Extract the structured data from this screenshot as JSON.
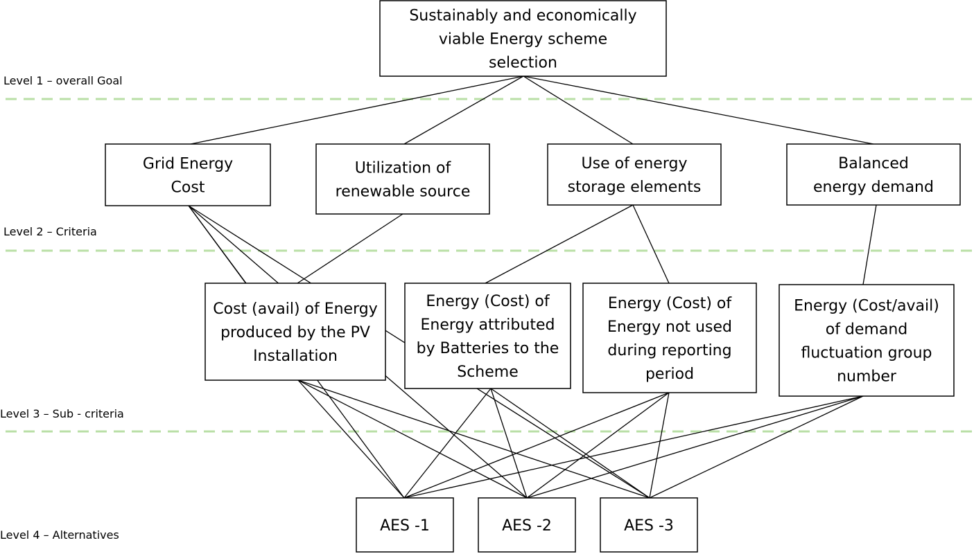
{
  "levels": [
    {
      "id": "level-1",
      "label": "Level 1 – overall Goal"
    },
    {
      "id": "level-2",
      "label": "Level 2 – Criteria"
    },
    {
      "id": "level-3",
      "label": "Level 3 – Sub - criteria"
    },
    {
      "id": "level-4",
      "label": "Level 4 – Alternatives"
    }
  ],
  "colors": {
    "separator": "#b9dfa6",
    "line": "#000000",
    "box_border": "#000000"
  },
  "nodes": {
    "goal": {
      "lines": [
        "Sustainably and economically",
        "viable Energy scheme",
        "selection"
      ]
    },
    "c1": {
      "lines": [
        "Grid Energy",
        "Cost"
      ]
    },
    "c2": {
      "lines": [
        "Utilization of",
        "renewable source"
      ]
    },
    "c3": {
      "lines": [
        "Use of energy",
        "storage elements"
      ]
    },
    "c4": {
      "lines": [
        "Balanced",
        "energy demand"
      ]
    },
    "s1": {
      "lines": [
        "Cost (avail) of Energy",
        "produced by the PV",
        "Installation"
      ]
    },
    "s2": {
      "lines": [
        "Energy (Cost) of",
        "Energy attributed",
        "by Batteries to the",
        "Scheme"
      ]
    },
    "s3": {
      "lines": [
        "Energy (Cost) of",
        "Energy not used",
        "during reporting",
        "period"
      ]
    },
    "s4": {
      "lines": [
        "Energy (Cost/avail)",
        "of demand",
        "fluctuation group",
        "number"
      ]
    },
    "a1": {
      "lines": [
        "AES -1"
      ]
    },
    "a2": {
      "lines": [
        "AES -2"
      ]
    },
    "a3": {
      "lines": [
        "AES -3"
      ]
    }
  },
  "edges": [
    [
      "goal",
      "c1"
    ],
    [
      "goal",
      "c2"
    ],
    [
      "goal",
      "c3"
    ],
    [
      "goal",
      "c4"
    ],
    [
      "c1",
      "s1"
    ],
    [
      "c1",
      "a1"
    ],
    [
      "c1",
      "a2"
    ],
    [
      "c1",
      "a3"
    ],
    [
      "c2",
      "s1"
    ],
    [
      "c3",
      "s2"
    ],
    [
      "c3",
      "s3"
    ],
    [
      "c4",
      "s4"
    ],
    [
      "s1",
      "a1"
    ],
    [
      "s1",
      "a2"
    ],
    [
      "s1",
      "a3"
    ],
    [
      "s2",
      "a1"
    ],
    [
      "s2",
      "a2"
    ],
    [
      "s2",
      "a3"
    ],
    [
      "s3",
      "a1"
    ],
    [
      "s3",
      "a2"
    ],
    [
      "s3",
      "a3"
    ],
    [
      "s4",
      "a1"
    ],
    [
      "s4",
      "a2"
    ],
    [
      "s4",
      "a3"
    ]
  ]
}
